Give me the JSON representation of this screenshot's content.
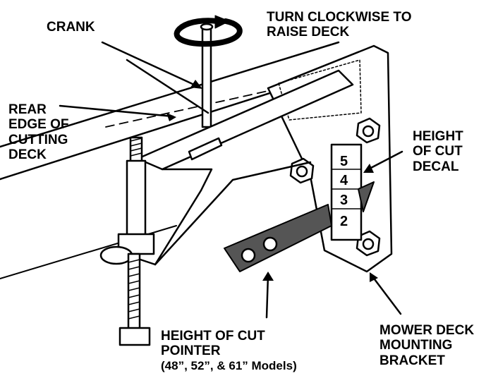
{
  "colors": {
    "ink": "#000000",
    "paper": "#ffffff",
    "tone": "#555555"
  },
  "labels": {
    "crank": "CRANK",
    "turn_line1": "TURN CLOCKWISE TO",
    "turn_line2": "RAISE DECK",
    "rear_line1": "REAR",
    "rear_line2": "EDGE OF",
    "rear_line3": "CUTTING",
    "rear_line4": "DECK",
    "decal_line1": "HEIGHT",
    "decal_line2": "OF CUT",
    "decal_line3": "DECAL",
    "pointer_line1": "HEIGHT OF CUT",
    "pointer_line2": "POINTER",
    "pointer_line3": "(48”, 52”, & 61” Models)",
    "bracket_line1": "MOWER DECK",
    "bracket_line2": "MOUNTING",
    "bracket_line3": "BRACKET"
  },
  "decal_numbers": [
    "5",
    "4",
    "3",
    "2"
  ]
}
